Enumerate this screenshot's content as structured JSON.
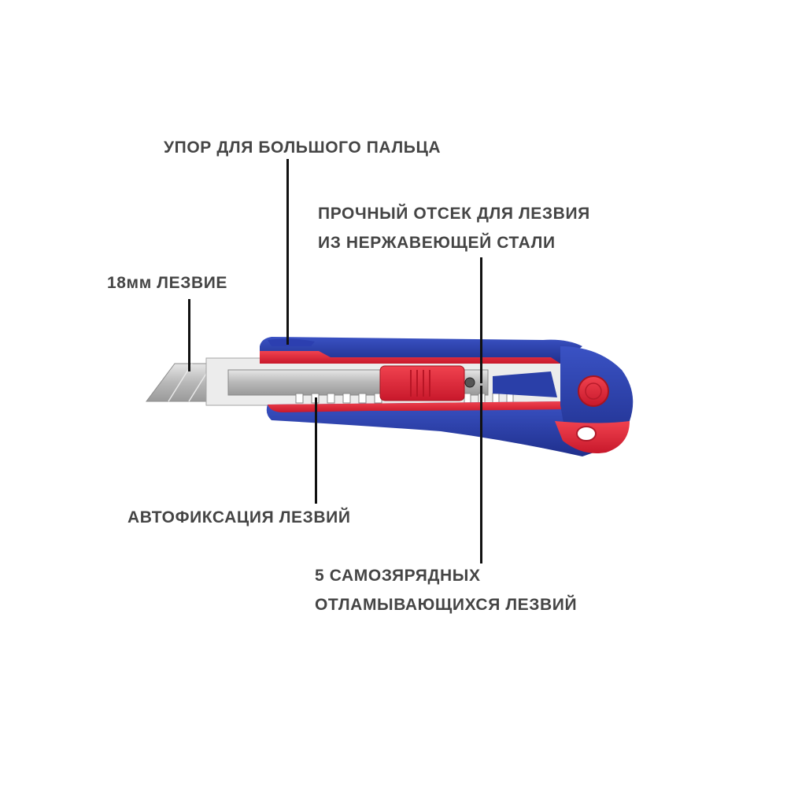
{
  "labels": {
    "thumb_rest": "УПОР ДЛЯ БОЛЬШОГО ПАЛЬЦА",
    "blade_compartment_line1": "ПРОЧНЫЙ ОТСЕК ДЛЯ ЛЕЗВИЯ",
    "blade_compartment_line2": "ИЗ НЕРЖАВЕЮЩЕЙ СТАЛИ",
    "blade_size": "18мм ЛЕЗВИЕ",
    "auto_lock": "АВТОФИКСАЦИЯ ЛЕЗВИЙ",
    "spare_blades_line1": "5 САМОЗЯРЯДНЫХ",
    "spare_blades_line2": "ОТЛАМЫВАЮЩИХСЯ ЛЕЗВИЙ"
  },
  "product": {
    "name": "utility-knife",
    "colors": {
      "handle_blue": "#2a3fa8",
      "handle_red": "#e2243a",
      "blade_steel": "#bdbdbd",
      "label_text": "#454545"
    }
  }
}
